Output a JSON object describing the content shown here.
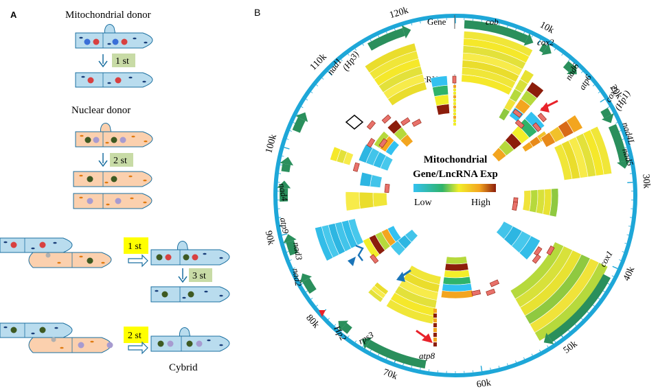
{
  "panels": {
    "a": {
      "letter": "A"
    },
    "b": {
      "letter": "B"
    }
  },
  "panel_a": {
    "mito_donor_label": "Mitochondrial donor",
    "nuclear_donor_label": "Nuclear donor",
    "step1": "1 st",
    "step2": "2 st",
    "step3": "3 st",
    "fusion_step1": "1 st",
    "fusion_step2": "2 st",
    "cybrid_label": "Cybrid"
  },
  "panel_b": {
    "legend_title_line1": "Mitochondrial",
    "legend_title_line2": "Gene/LncRNA Exp",
    "legend_low": "Low",
    "legend_high": "High",
    "track_gene_label": "Gene",
    "track_lncrna_label": "LncRNA",
    "ticks": [
      "10k",
      "20k",
      "30k",
      "40k",
      "50k",
      "60k",
      "70k",
      "80k",
      "90k",
      "100k",
      "110k",
      "120k"
    ],
    "genes": [
      "cob",
      "cox2",
      "nad6",
      "atp6",
      "cox3",
      "(Hp1)",
      "nad4L",
      "nad5",
      "cox1",
      "atp8",
      "rps3",
      "Hp2",
      "nad2",
      "nad3",
      "atp9",
      "nad4",
      "nad1",
      "(Hp3)"
    ]
  },
  "colors": {
    "ring": "#1ea7d8",
    "gene_arrow": "#2a8f5c",
    "lncrna_arrow": "#e8716a",
    "cell_blue": "#b9dcee",
    "cell_orange": "#fbd0ae",
    "step_green": "#c8dba6",
    "step_yellow": "#ffff00",
    "marker_red": "#e8222a",
    "marker_blue": "#1a74b8"
  }
}
